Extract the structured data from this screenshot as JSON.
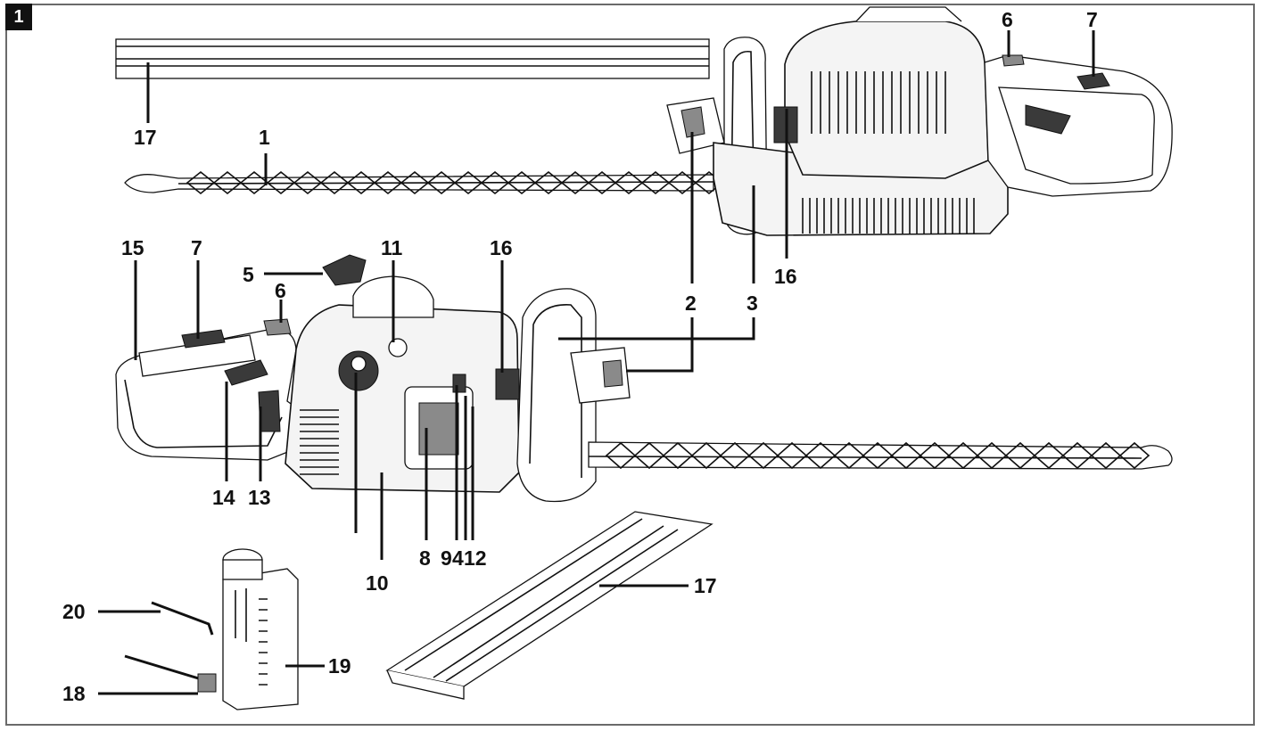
{
  "figure": {
    "number": "1"
  },
  "callouts": {
    "c17_top": "17",
    "c1": "1",
    "c6_top": "6",
    "c7_top": "7",
    "c16_top": "16",
    "c2": "2",
    "c3": "3",
    "c15": "15",
    "c7_left": "7",
    "c5": "5",
    "c6_left": "6",
    "c11": "11",
    "c16_left": "16",
    "c14": "14",
    "c13": "13",
    "c10": "10",
    "c8": "8",
    "c9": "9",
    "c4": "4",
    "c12": "12",
    "c17_bottom": "17",
    "c20": "20",
    "c19": "19",
    "c18": "18"
  },
  "colors": {
    "ink": "#111111",
    "frame": "#6a6a6a",
    "grip": "#3a3a3a",
    "housing": "#f4f4f4"
  }
}
